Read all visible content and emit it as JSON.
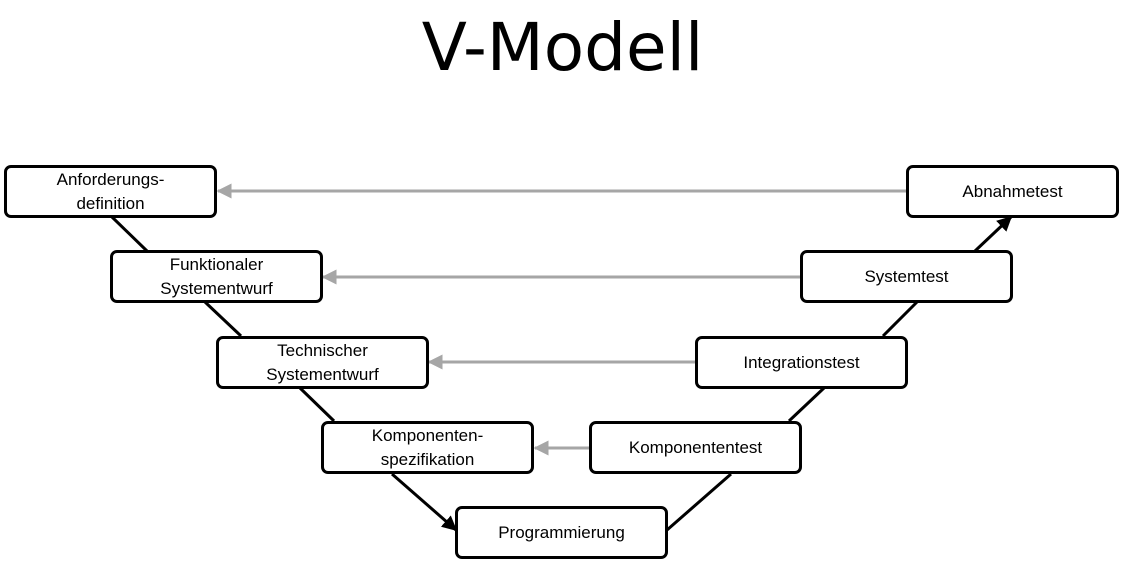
{
  "title": "V-Modell",
  "nodes": {
    "anforderungsdefinition": [
      "Anforderungs-",
      "definition"
    ],
    "funktionaler_systementwurf": [
      "Funktionaler",
      "Systementwurf"
    ],
    "technischer_systementwurf": [
      "Technischer",
      "Systementwurf"
    ],
    "komponentenspezifikation": [
      "Komponenten-",
      "spezifikation"
    ],
    "programmierung": [
      "Programmierung"
    ],
    "komponententest": [
      "Komponententest"
    ],
    "integrationstest": [
      "Integrationstest"
    ],
    "systemtest": [
      "Systemtest"
    ],
    "abnahmetest": [
      "Abnahmetest"
    ]
  },
  "colors": {
    "flow": "#000000",
    "verification": "#a6a6a6"
  }
}
